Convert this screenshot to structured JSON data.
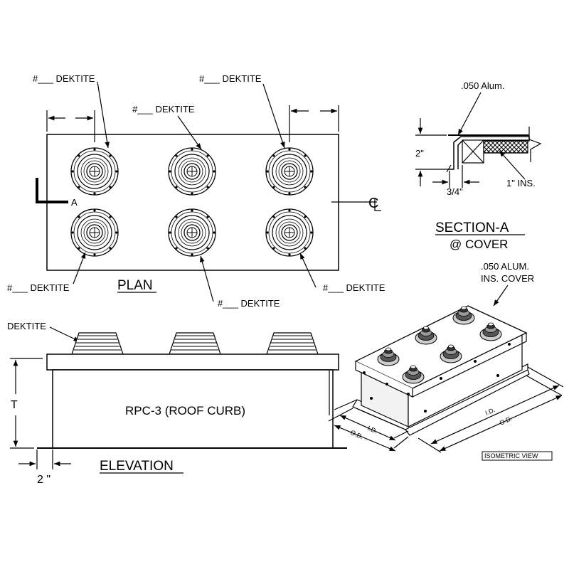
{
  "plan": {
    "title": "PLAN",
    "labels": {
      "top_left": "#___ DEKTITE",
      "top_mid": "#___ DEKTITE",
      "top_right": "#___ DEKTITE",
      "bot_left": "#___ DEKTITE",
      "bot_mid": "#___ DEKTITE",
      "bot_right": "#___ DEKTITE"
    },
    "section_marker": "A",
    "centerline": "CL"
  },
  "section": {
    "title": "SECTION-A",
    "subtitle": "@ COVER",
    "aluminum": ".050 Alum.",
    "height": "2\"",
    "width": "3/4\"",
    "insulation": "1\" INS."
  },
  "elevation": {
    "title": "ELEVATION",
    "dektite": "DEKTITE",
    "curb": "RPC-3 (ROOF CURB)",
    "height_dim": "T",
    "flange_dim": "2 \""
  },
  "isometric": {
    "cover_line1": ".050 ALUM.",
    "cover_line2": "INS. COVER",
    "id_left": "I.D.",
    "od_left": "O.D.",
    "id_right": "I.D.",
    "od_right": "O.D.",
    "view_label": "ISOMETRIC VIEW"
  }
}
